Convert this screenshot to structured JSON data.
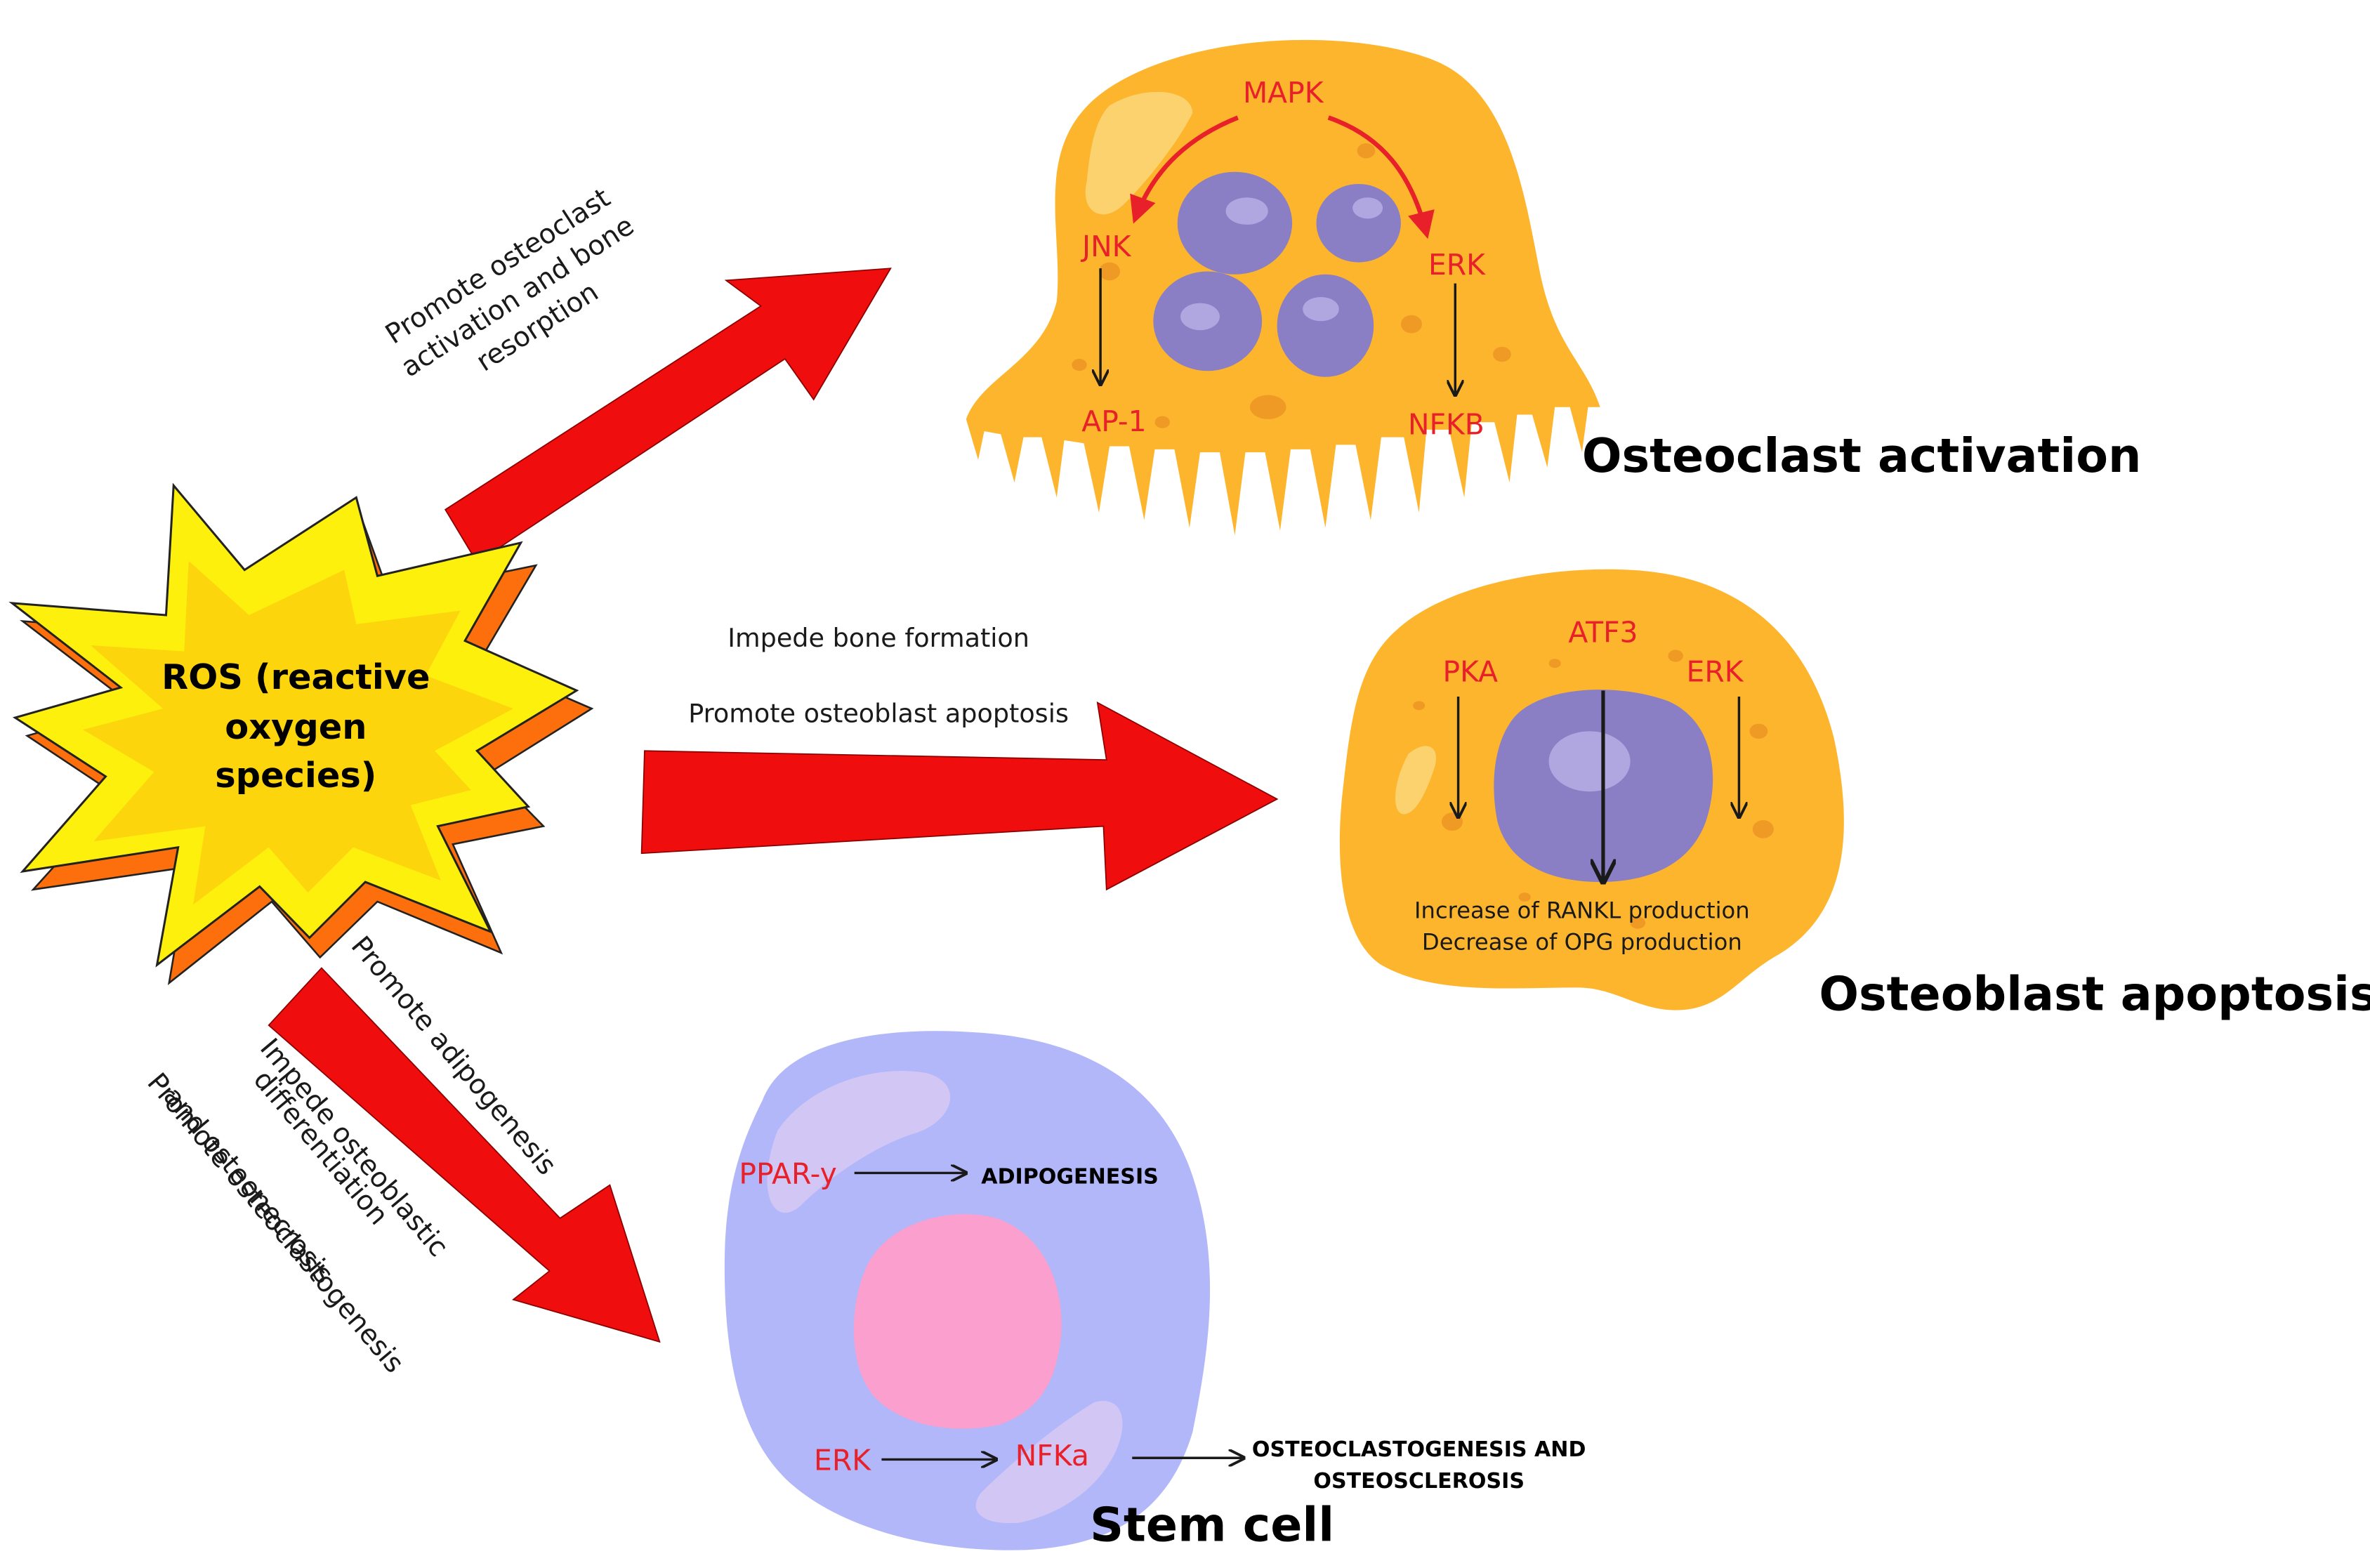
{
  "colors": {
    "arrow_red": "#f00d0d",
    "cell_orange": "#fdb52d",
    "cell_orange_dark": "#f09a26",
    "nucleus_purple": "#8a7fc4",
    "stem_blue": "#b1b7f9",
    "stem_nucleus_pink": "#fa9fce",
    "star_yellow": "#fcf00c",
    "star_orange": "#fd6f0c",
    "pathway_red": "#e8202a"
  },
  "ros": {
    "line1": "ROS (reactive",
    "line2": "oxygen",
    "line3": "species)"
  },
  "arrows": {
    "upper": {
      "line1": "Promote osteoclast",
      "line2": "activation and bone",
      "line3": "resorption"
    },
    "middle": {
      "line1": "Impede bone formation",
      "line2": "Promote osteoblast apoptosis"
    },
    "lower": {
      "line1": "Promote adipogenesis",
      "line2a": "Impede osteoblastic",
      "line2b": "differentiation",
      "line3a": "Promote osteoclastogenesis",
      "line3b": "and osteonecrosis"
    }
  },
  "osteoclast": {
    "title": "Osteoclast activation",
    "mapk": "MAPK",
    "jnk": "JNK",
    "erk": "ERK",
    "ap1": "AP-1",
    "nfkb": "NFKB"
  },
  "osteoblast": {
    "title": "Osteoblast apoptosis",
    "atf3": "ATF3",
    "pka": "PKA",
    "erk": "ERK",
    "effect1": "Increase of RANKL production",
    "effect2": "Decrease of OPG production"
  },
  "stem": {
    "title": "Stem cell",
    "ppar": "PPAR-y",
    "adipogenesis": "ADIPOGENESIS",
    "erk": "ERK",
    "nfka": "NFKa",
    "outcome1": "OSTEOCLASTOGENESIS AND",
    "outcome2": "OSTEOSCLEROSIS"
  }
}
